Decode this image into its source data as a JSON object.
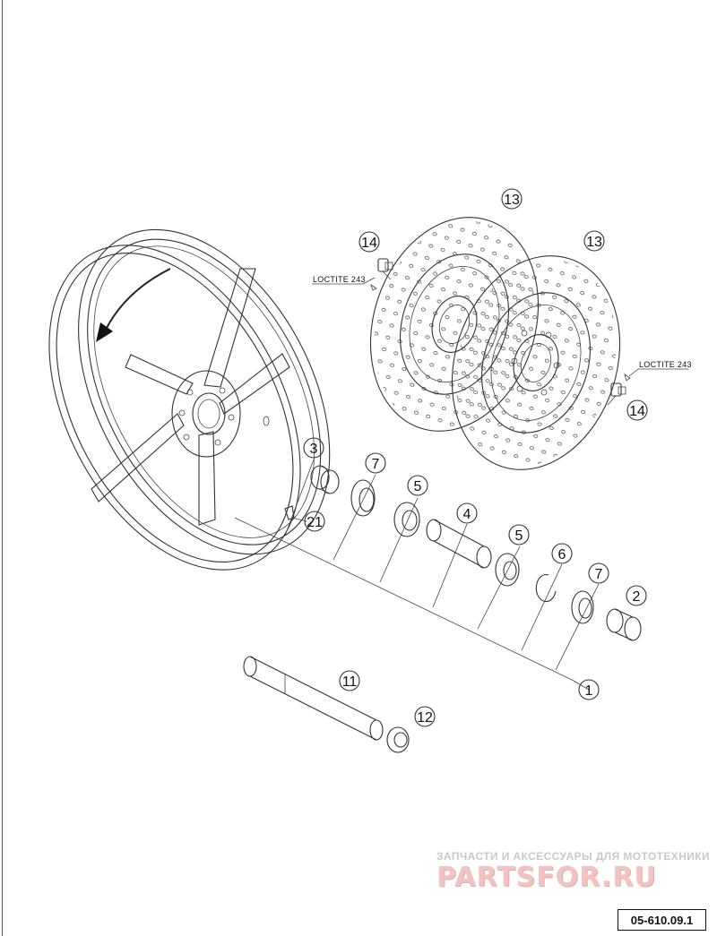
{
  "callouts": {
    "c1": "1",
    "c2": "2",
    "c3": "3",
    "c4": "4",
    "c5a": "5",
    "c5b": "5",
    "c6": "6",
    "c7a": "7",
    "c7b": "7",
    "c11": "11",
    "c12": "12",
    "c13a": "13",
    "c13b": "13",
    "c14a": "14",
    "c14b": "14",
    "c21": "21"
  },
  "notes": {
    "loctite_a": "LOCTITE 243",
    "loctite_b": "LOCTITE 243"
  },
  "reference_code": "05-610.09.1",
  "watermark": {
    "caption": "ЗАПЧАСТИ И АКСЕССУАРЫ ДЛЯ МОТОТЕХНИКИ",
    "logo": "PARTSFOR.RU"
  },
  "icons": {
    "rotation": "rotation-arrow-icon"
  }
}
